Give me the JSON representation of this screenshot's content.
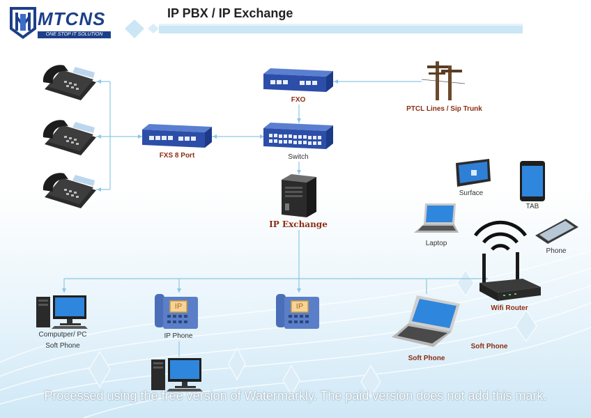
{
  "title": "IP PBX / IP Exchange",
  "logo": {
    "name": "MTCNS",
    "tagline": "ONE STOP IT SOLUTION"
  },
  "labels": {
    "fxo": "FXO",
    "ptcl": "PTCL Lines / Sip Trunk",
    "fxs": "FXS 8 Port",
    "switch": "Switch",
    "ip_exchange": "IP Exchange",
    "surface": "Surface",
    "tab": "TAB",
    "laptop": "Laptop",
    "phone": "Phone",
    "wifi_router": "Wifi Router",
    "computer_pc": "Computper/ PC",
    "soft_phone_pc": "Soft Phone",
    "ip_phone": "IP Phone",
    "soft_phone_laptop": "Soft Phone",
    "soft_phone_router": "Soft Phone",
    "ip_badge": "IP",
    "ip_badge_2": "IP"
  },
  "watermark": "Processed using the free version of Watermarkly. The paid version does not add this mark.",
  "colors": {
    "link": "#8cc6e3",
    "device_blue": "#2c4ea8",
    "label_maroon": "#8a2d12",
    "logo_blue": "#1d3f8a"
  },
  "icons": [
    "desk-phone-icon",
    "network-switch-icon",
    "utility-pole-icon",
    "server-tower-icon",
    "ip-phone-icon",
    "desktop-computer-icon",
    "laptop-icon",
    "tablet-icon",
    "smartphone-icon",
    "wifi-router-icon",
    "wifi-signal-icon"
  ]
}
